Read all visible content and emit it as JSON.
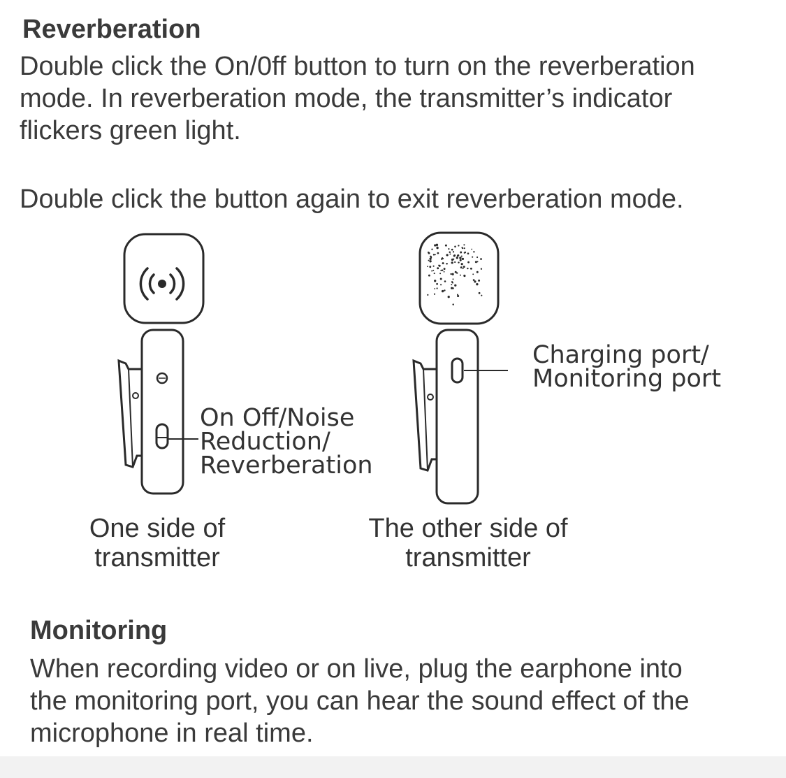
{
  "reverb": {
    "heading": "Reverberation",
    "para1": [
      "Double click the On/0ff button to turn on the reverberation",
      "mode. In reverberation mode, the transmitter’s indicator",
      "flickers green light."
    ],
    "para2": "Double click the button again to exit reverberation mode."
  },
  "diagram": {
    "left_callout": [
      "On Off/Noise",
      "Reduction/",
      "Reverberation"
    ],
    "right_callout": [
      "Charging port/",
      "Monitoring port"
    ],
    "left_caption": [
      "One side of",
      "transmitter"
    ],
    "right_caption": [
      "The other side of",
      "transmitter"
    ]
  },
  "monitoring": {
    "heading": "Monitoring",
    "para": [
      "When recording video or on live, plug the earphone into",
      "the monitoring port, you can hear the sound effect of the",
      "microphone in real time."
    ]
  }
}
